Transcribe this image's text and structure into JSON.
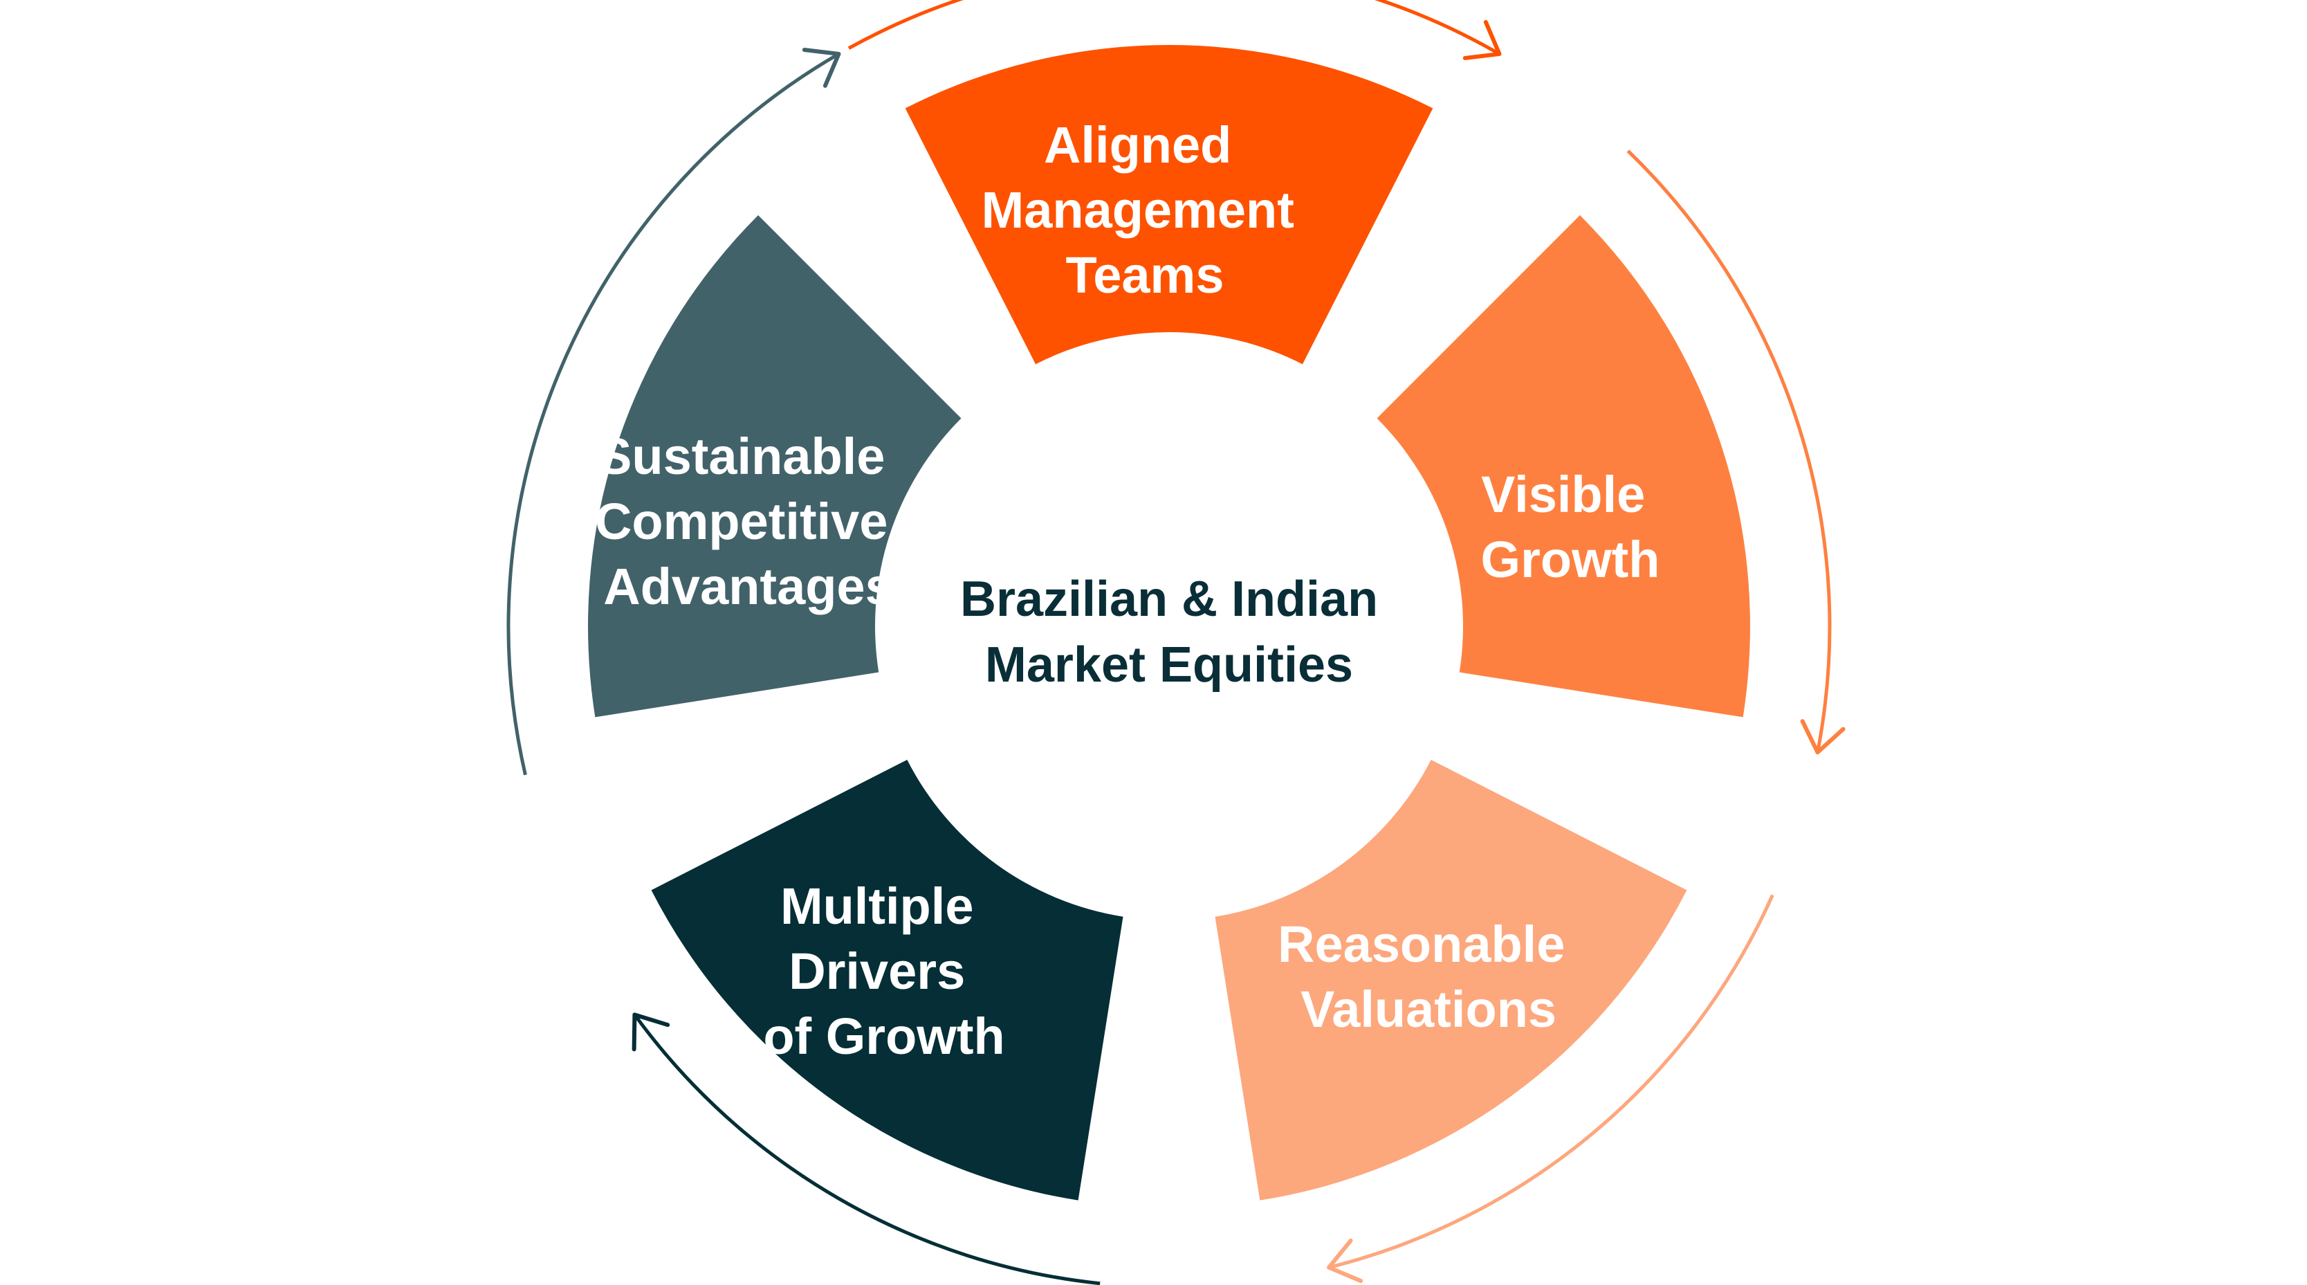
{
  "center": {
    "line1": "Brazilian & Indian",
    "line2": "Market Equities"
  },
  "segments": [
    {
      "lines": [
        "Aligned",
        "Management",
        "Teams"
      ],
      "color": "#fe5200"
    },
    {
      "lines": [
        "Visible",
        "Growth"
      ],
      "color": "#fe8040"
    },
    {
      "lines": [
        "Reasonable",
        "Valuations"
      ],
      "color": "#fda77d"
    },
    {
      "lines": [
        "Multiple",
        "Drivers",
        "of Growth"
      ],
      "color": "#052e36"
    },
    {
      "lines": [
        "Sustainable",
        "Competitive",
        "Advantages"
      ],
      "color": "#42626a"
    }
  ],
  "arrows": [
    {
      "color": "#fe5200"
    },
    {
      "color": "#fe8040"
    },
    {
      "color": "#fda77d"
    },
    {
      "color": "#052e36"
    },
    {
      "color": "#42626a"
    }
  ]
}
